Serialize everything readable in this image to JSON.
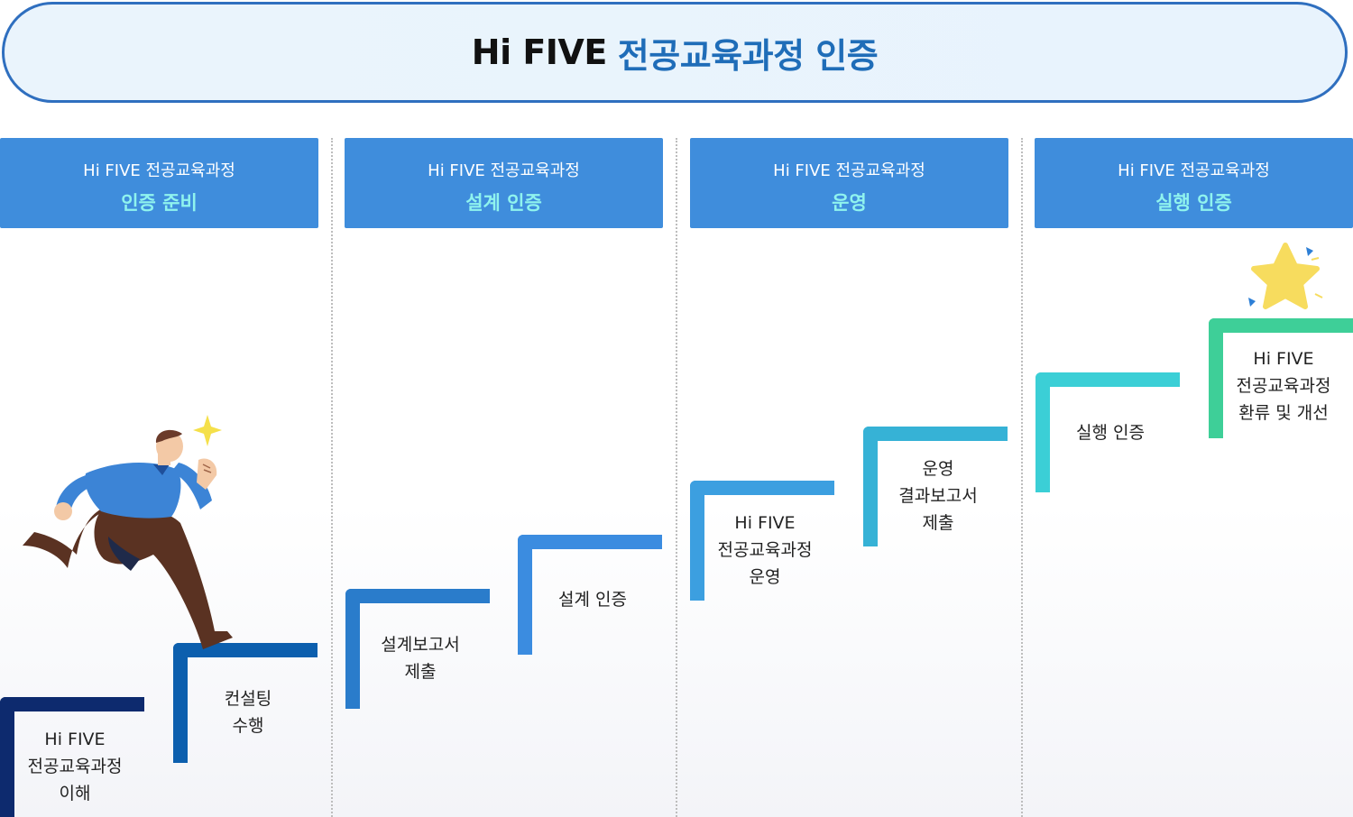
{
  "header": {
    "title_prefix": "Hi FIVE",
    "title_main": "전공교육과정 인증"
  },
  "stages": [
    {
      "line1": "Hi FIVE 전공교육과정",
      "line2": "인증 준비"
    },
    {
      "line1": "Hi FIVE 전공교육과정",
      "line2": "설계 인증"
    },
    {
      "line1": "Hi FIVE 전공교육과정",
      "line2": "운영"
    },
    {
      "line1": "Hi FIVE 전공교육과정",
      "line2": "실행 인증"
    }
  ],
  "steps": [
    {
      "lines": [
        "Hi FIVE",
        "전공교육과정",
        "이해"
      ],
      "color": "#0d2a6e"
    },
    {
      "lines": [
        "컨설팅",
        "수행"
      ],
      "color": "#0c5fae"
    },
    {
      "lines": [
        "설계보고서",
        "제출"
      ],
      "color": "#2a7ccb"
    },
    {
      "lines": [
        "설계 인증"
      ],
      "color": "#3b8ce0"
    },
    {
      "lines": [
        "Hi FIVE",
        "전공교육과정",
        "운영"
      ],
      "color": "#3c9fe0"
    },
    {
      "lines": [
        "운영",
        "결과보고서",
        "제출"
      ],
      "color": "#36b2d6"
    },
    {
      "lines": [
        "실행 인증"
      ],
      "color": "#3bcfd6"
    },
    {
      "lines": [
        "Hi FIVE",
        "전공교육과정",
        "환류 및 개선"
      ],
      "color": "#3ecf98"
    }
  ],
  "icons": {
    "runner": "runner-illustration",
    "sparkle": "sparkle-icon",
    "star": "star-icon"
  },
  "colors": {
    "header_border": "#2f6fbf",
    "stage_box": "#3f8ddc",
    "stage_highlight": "#8ff3ee",
    "star": "#f7dc5e"
  }
}
